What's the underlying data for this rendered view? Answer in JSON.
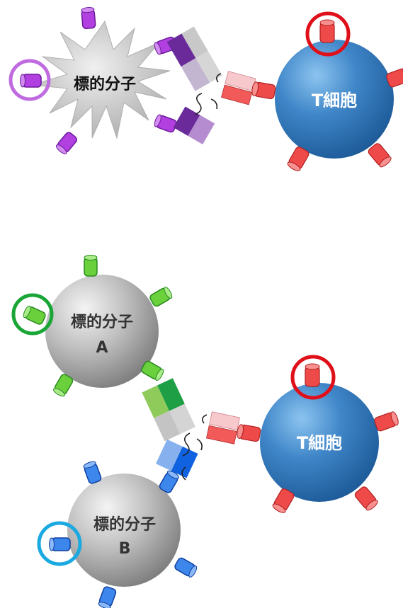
{
  "panel_top": {
    "target_label": "標的分子",
    "tcell_label": "T細胞"
  },
  "panel_bottom": {
    "target_a_label": "標的分子",
    "target_a_letter": "A",
    "target_b_label": "標的分子",
    "target_b_letter": "B",
    "tcell_label": "T細胞"
  },
  "colors": {
    "purple": "#a03cd8",
    "purple_dark": "#6a2a9a",
    "green": "#5bc236",
    "green_dark": "#1e9e45",
    "blue": "#3a7fe8",
    "blue_dark": "#1062e0",
    "red": "#ee4848",
    "red_ring": "#e0101a",
    "tcell_blue": "#3f86c8",
    "ring_purple": "#c06be0",
    "ring_green": "#19a636",
    "ring_blue": "#1aa9e0"
  }
}
